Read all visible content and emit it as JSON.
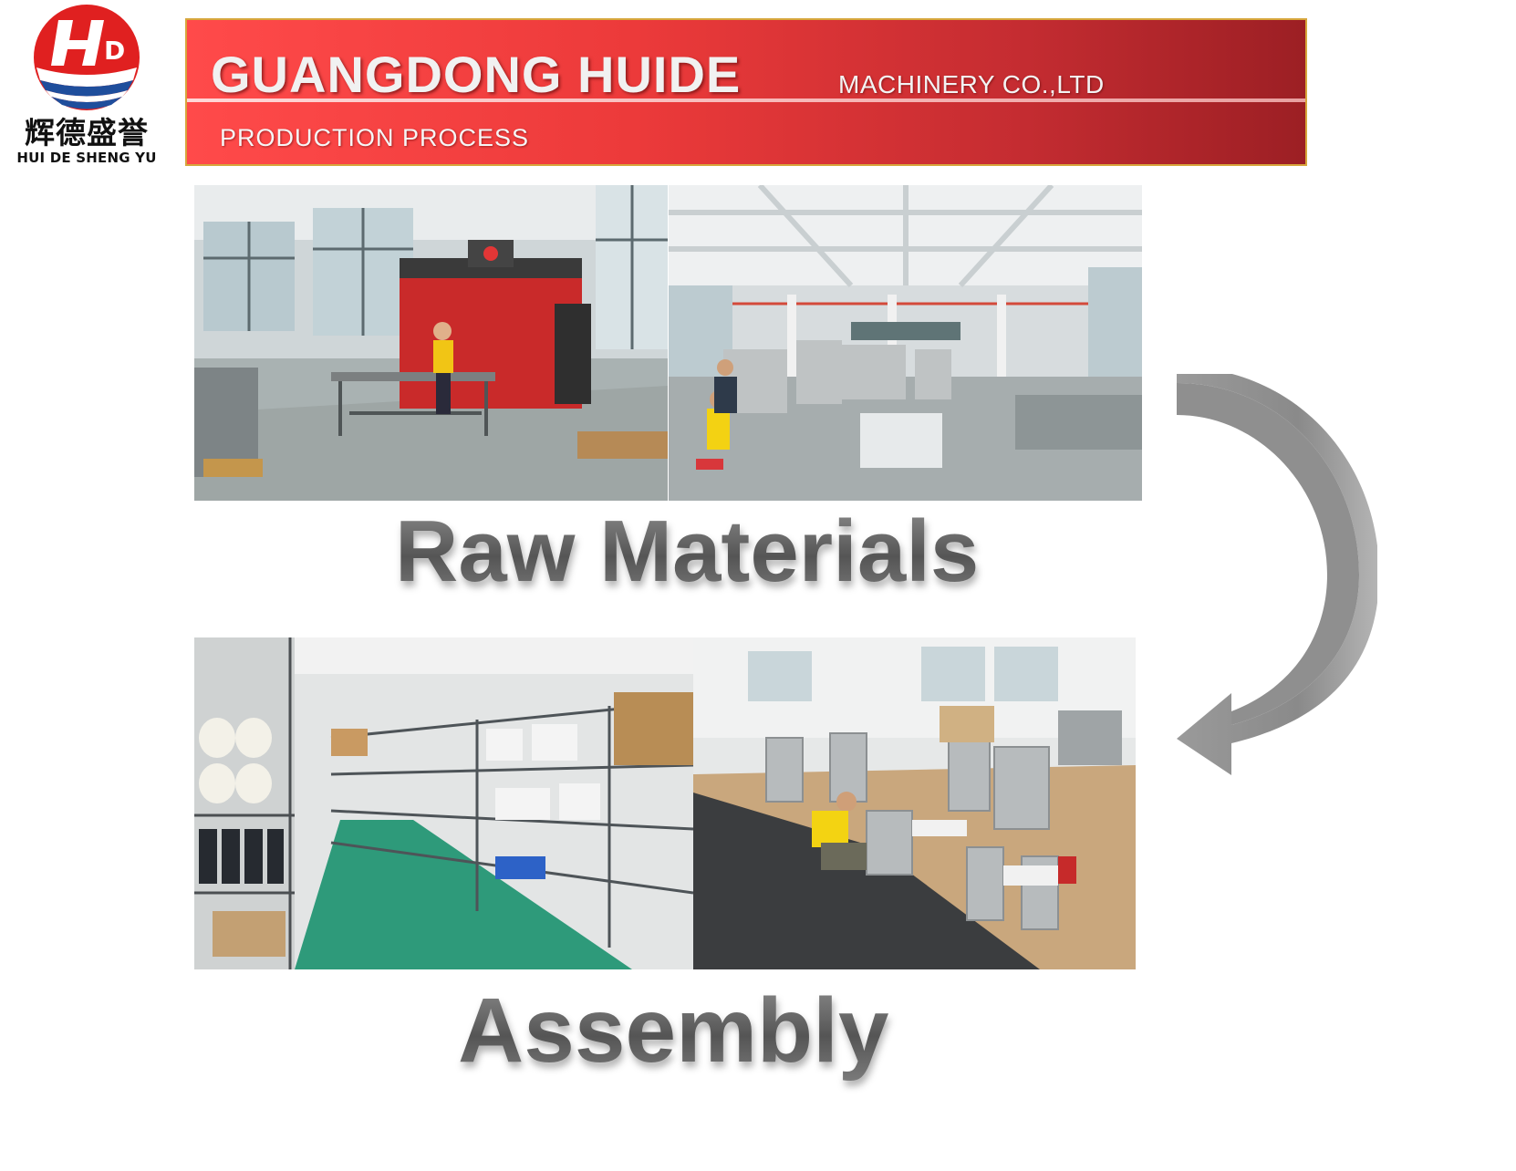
{
  "logo": {
    "monogram": "HD",
    "cn_name": "辉德盛誉",
    "en_name": "HUI DE SHENG YU"
  },
  "banner": {
    "title": "GUANGDONG HUIDE",
    "company_suffix": "MACHINERY CO.,LTD",
    "subtitle": "PRODUCTION PROCESS"
  },
  "stages": [
    {
      "label": "Raw Materials"
    },
    {
      "label": "Assembly"
    }
  ],
  "colors": {
    "banner_red": "#ec3a3a",
    "banner_dark": "#9c1f24",
    "banner_border": "#d7a63c",
    "logo_red": "#e02020",
    "logo_blue": "#1f4e9c",
    "caption_gray": "#6b6b6b",
    "arrow_gray": "#8f8f8f"
  },
  "icons": {
    "flow_arrow": "curved-arrow-down-left-icon"
  }
}
